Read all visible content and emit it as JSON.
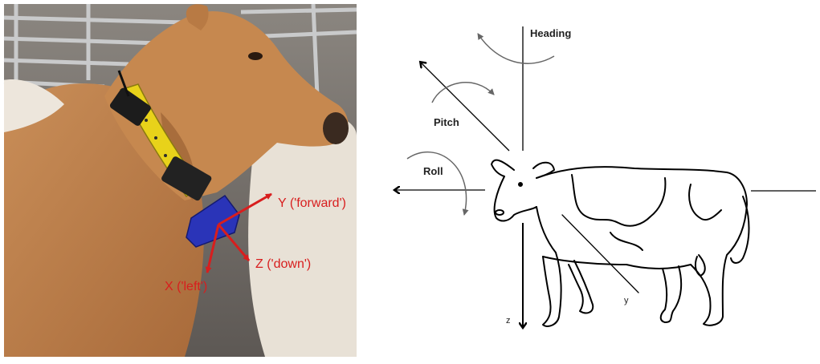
{
  "photo": {
    "axis_labels": {
      "y": "Y ('forward')",
      "z": "Z ('down')",
      "x": "X ('left')"
    },
    "arrow_color": "#d81e1e",
    "collar_color": "#e8d21a",
    "device_color": "#2a34b8"
  },
  "diagram": {
    "labels": {
      "heading": "Heading",
      "pitch": "Pitch",
      "roll": "Roll",
      "z_axis": "z",
      "y_axis": "y"
    },
    "line_color": "#000000",
    "curve_color": "#666666"
  }
}
